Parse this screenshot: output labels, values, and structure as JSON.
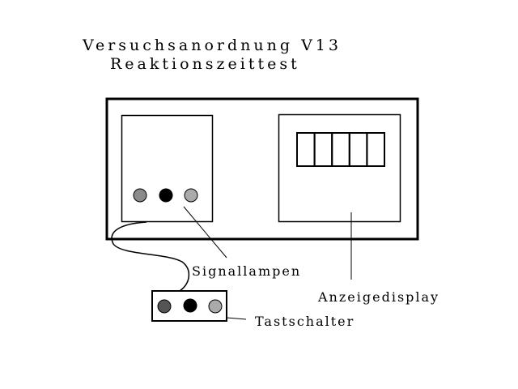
{
  "title": {
    "line1": "Versuchsanordnung V13",
    "line2": "Reaktionszeittest"
  },
  "labels": {
    "signal_lamps": "Signallampen",
    "display": "Anzeigedisplay",
    "push_buttons": "Tastschalter"
  },
  "display_cells": 5,
  "colors": {
    "lamp_left": "#8a8a8a",
    "lamp_middle": "#000000",
    "lamp_right": "#aaaaaa",
    "button_left": "#555555",
    "button_middle": "#000000",
    "button_right": "#aaaaaa"
  }
}
